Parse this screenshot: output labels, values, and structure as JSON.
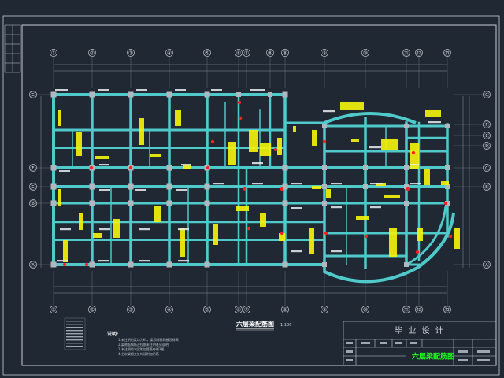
{
  "drawing": {
    "plan_title": "六层梁配筋图",
    "scale": "1:100",
    "notes_heading": "说明:",
    "notes": [
      "1.未注明的梁均为KL，梁顶标高同板顶标高",
      "2.梁侧面钢筋及拉筋未注明者见说明",
      "3.未注明的次梁附加箍筋每侧3根",
      "4.主次梁相交处均设附加吊筋"
    ],
    "title_block": {
      "header": "毕 业 设 计",
      "drawing_name": "六层梁配筋图"
    }
  },
  "axes": {
    "columns_top": [
      "①",
      "②",
      "③",
      "④",
      "⑤",
      "⑥",
      "⑦",
      "⑧",
      "⑧",
      "⑨",
      "⑩",
      "⑪",
      "⑫",
      "⑬"
    ],
    "columns_bottom": [
      "①",
      "②",
      "③",
      "④",
      "⑤",
      "⑥",
      "⑦",
      "⑧",
      "⑨",
      "⑩",
      "⑪",
      "⑫",
      "⑬"
    ],
    "rows_left": [
      "Ⓖ",
      "Ⓔ",
      "Ⓒ",
      "Ⓑ",
      "Ⓐ"
    ],
    "rows_right": [
      "Ⓖ",
      "Ⓕ",
      "Ⓔ",
      "Ⓓ",
      "Ⓒ",
      "Ⓑ",
      "Ⓐ"
    ]
  },
  "colors": {
    "background": "#1f2833",
    "frame": "#c8ced4",
    "beam": "#4fc9c9",
    "column": "#b0b8bf",
    "annotation": "#f2f20a",
    "text": "#ffffff",
    "red_marker": "#ff2020",
    "title_green": "#22ff22"
  }
}
